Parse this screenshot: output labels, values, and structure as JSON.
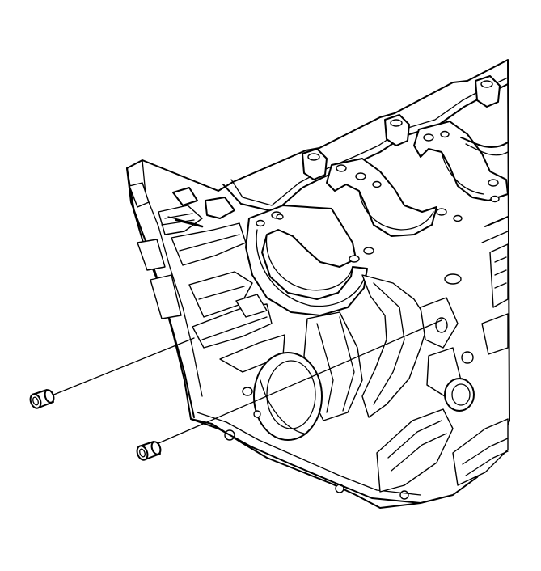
{
  "figure": {
    "colors": {
      "line": "#000000",
      "background": "#ffffff"
    },
    "components": [
      {
        "name": "engine-block",
        "icon": "engine-block-outline"
      },
      {
        "name": "core-plug-upper",
        "icon": "cylinder-plug"
      },
      {
        "name": "core-plug-lower",
        "icon": "cylinder-plug"
      }
    ]
  }
}
